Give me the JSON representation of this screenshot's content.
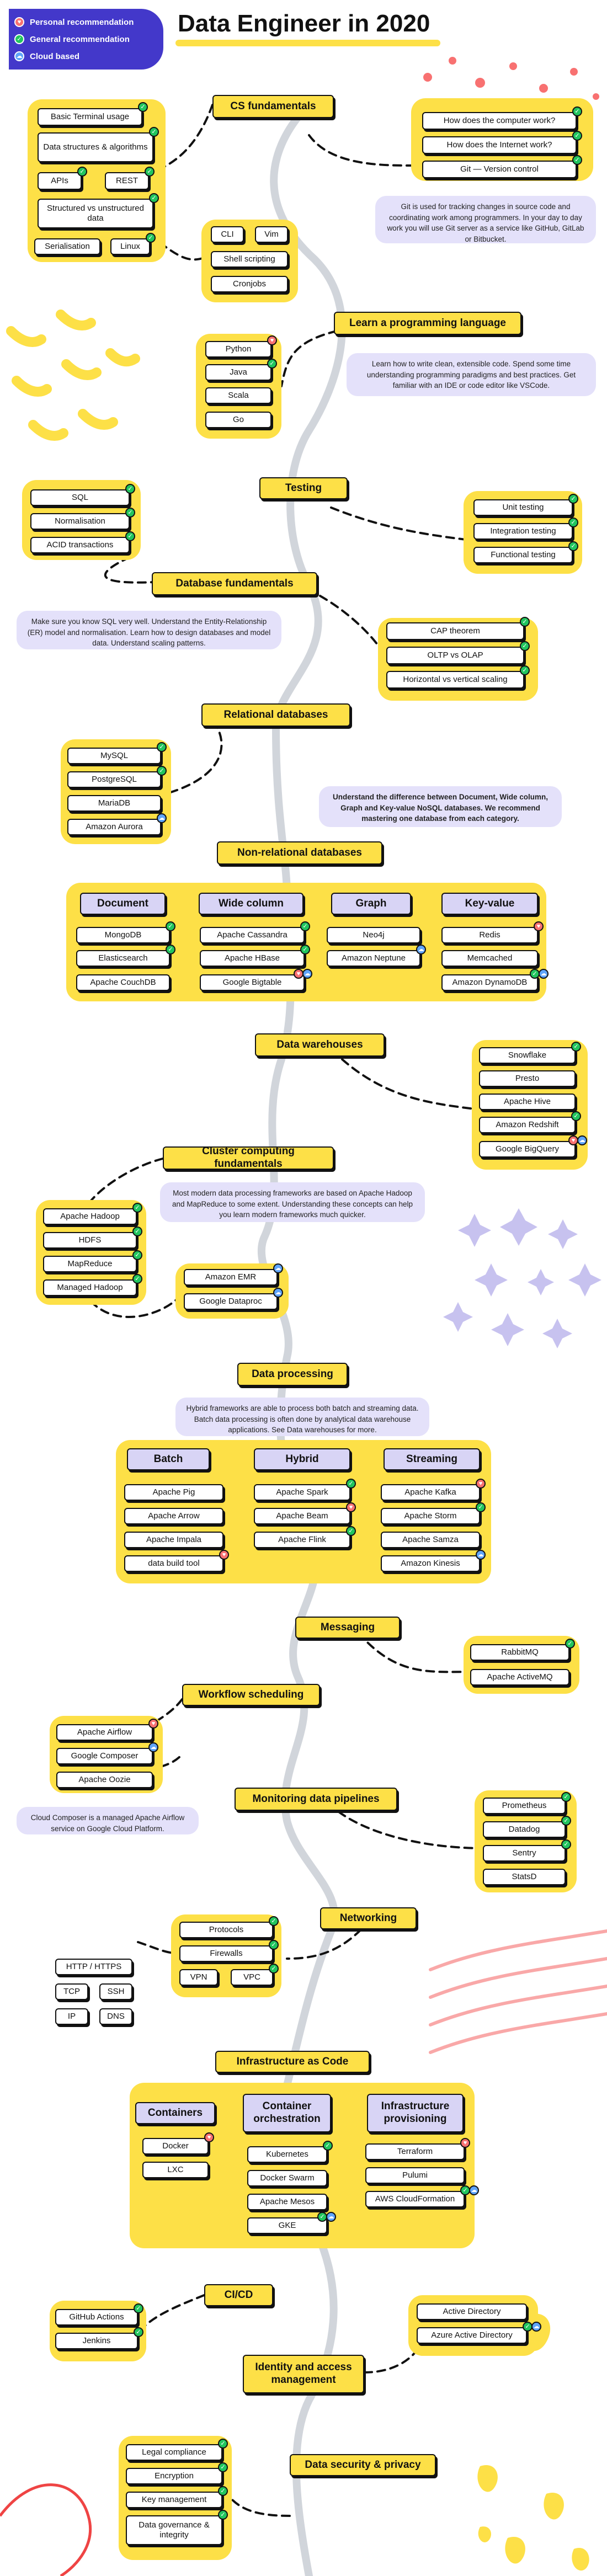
{
  "title": "Data Engineer in 2020",
  "legend": {
    "personal": "Personal recommendation",
    "general": "General recommendation",
    "cloud": "Cloud based"
  },
  "colors": {
    "accent": "#fde047",
    "category": "#d8d4f5",
    "note": "#e4e1fa",
    "legend_bg": "#4338ca",
    "personal": "#f87171",
    "general": "#22c55e",
    "cloud": "#60a5fa"
  },
  "sections": {
    "cs_fundamentals": "CS fundamentals",
    "programming_language": "Learn a programming language",
    "testing": "Testing",
    "database_fundamentals": "Database fundamentals",
    "relational_databases": "Relational databases",
    "non_relational_databases": "Non-relational databases",
    "data_warehouses": "Data warehouses",
    "cluster_computing": "Cluster computing fundamentals",
    "data_processing": "Data processing",
    "messaging": "Messaging",
    "workflow_scheduling": "Workflow scheduling",
    "monitoring": "Monitoring data pipelines",
    "networking": "Networking",
    "iac": "Infrastructure as Code",
    "cicd": "CI/CD",
    "identity": "Identity and access management",
    "security": "Data security & privacy"
  },
  "categories": {
    "document": "Document",
    "wide_column": "Wide column",
    "graph": "Graph",
    "key_value": "Key-value",
    "batch": "Batch",
    "hybrid": "Hybrid",
    "streaming": "Streaming",
    "containers": "Containers",
    "orchestration": "Container orchestration",
    "provisioning": "Infrastructure provisioning"
  },
  "items": {
    "basic_terminal": "Basic Terminal usage",
    "data_structures": "Data structures & algorithms",
    "apis": "APIs",
    "rest": "REST",
    "structured": "Structured vs unstructured data",
    "serialisation": "Serialisation",
    "linux": "Linux",
    "cli": "CLI",
    "vim": "Vim",
    "shell": "Shell scripting",
    "cronjobs": "Cronjobs",
    "how_computer": "How does the computer work?",
    "how_internet": "How does the Internet work?",
    "git": "Git — Version control",
    "python": "Python",
    "java": "Java",
    "scala": "Scala",
    "go": "Go",
    "sql": "SQL",
    "normalisation": "Normalisation",
    "acid": "ACID transactions",
    "unit_testing": "Unit testing",
    "integration_testing": "Integration testing",
    "functional_testing": "Functional testing",
    "cap": "CAP theorem",
    "oltp": "OLTP vs OLAP",
    "scaling": "Horizontal vs vertical scaling",
    "mysql": "MySQL",
    "postgresql": "PostgreSQL",
    "mariadb": "MariaDB",
    "aurora": "Amazon Aurora",
    "mongodb": "MongoDB",
    "elasticsearch": "Elasticsearch",
    "couchdb": "Apache CouchDB",
    "cassandra": "Apache Cassandra",
    "hbase": "Apache HBase",
    "bigtable": "Google Bigtable",
    "neo4j": "Neo4j",
    "neptune": "Amazon Neptune",
    "redis": "Redis",
    "memcached": "Memcached",
    "dynamodb": "Amazon DynamoDB",
    "snowflake": "Snowflake",
    "presto": "Presto",
    "hive": "Apache Hive",
    "redshift": "Amazon Redshift",
    "bigquery": "Google BigQuery",
    "hadoop": "Apache Hadoop",
    "hdfs": "HDFS",
    "mapreduce": "MapReduce",
    "managed_hadoop": "Managed Hadoop",
    "emr": "Amazon EMR",
    "dataproc": "Google Dataproc",
    "pig": "Apache Pig",
    "arrow": "Apache Arrow",
    "impala": "Apache Impala",
    "dbt": "data build tool",
    "spark": "Apache Spark",
    "beam": "Apache Beam",
    "flink": "Apache Flink",
    "kafka": "Apache Kafka",
    "storm": "Apache Storm",
    "samza": "Apache Samza",
    "kinesis": "Amazon Kinesis",
    "rabbitmq": "RabbitMQ",
    "activemq": "Apache ActiveMQ",
    "airflow": "Apache Airflow",
    "composer": "Google Composer",
    "oozie": "Apache Oozie",
    "prometheus": "Prometheus",
    "datadog": "Datadog",
    "sentry": "Sentry",
    "statsd": "StatsD",
    "protocols": "Protocols",
    "firewalls": "Firewalls",
    "vpn": "VPN",
    "vpc": "VPC",
    "http": "HTTP / HTTPS",
    "tcp": "TCP",
    "ssh": "SSH",
    "ip": "IP",
    "dns": "DNS",
    "docker": "Docker",
    "lxc": "LXC",
    "kubernetes": "Kubernetes",
    "swarm": "Docker Swarm",
    "mesos": "Apache Mesos",
    "gke": "GKE",
    "terraform": "Terraform",
    "pulumi": "Pulumi",
    "cloudformation": "AWS CloudFormation",
    "github_actions": "GitHub Actions",
    "jenkins": "Jenkins",
    "active_directory": "Active Directory",
    "azure_ad": "Azure Active Directory",
    "legal": "Legal compliance",
    "encryption": "Encryption",
    "key_management": "Key management",
    "governance": "Data governance & integrity"
  },
  "notes": {
    "git": "Git is used for tracking changes in source code and coordinating work among programmers. In your day to day work you will use Git server as a service like GitHub, GitLab or Bitbucket.",
    "programming": "Learn how to write clean, extensible code. Spend some time understanding programming paradigms and best practices. Get familiar with an IDE or code editor like VSCode.",
    "sql": "Make sure you know SQL very well. Understand the Entity-Relationship (ER) model and normalisation. Learn how to design databases and model data. Understand scaling patterns.",
    "nosql": "Understand the difference between Document, Wide column, Graph and Key-value NoSQL databases. We recommend mastering one database from each category.",
    "hadoop": "Most modern data processing frameworks are based on Apache Hadoop and MapReduce to some extent. Understanding these concepts can help you learn modern frameworks much quicker.",
    "hybrid": "Hybrid frameworks are able to process both batch and streaming data. Batch data processing is often done by analytical data warehouse applications. See Data warehouses for more.",
    "composer": "Cloud Composer is a managed Apache Airflow service on Google Cloud Platform."
  }
}
